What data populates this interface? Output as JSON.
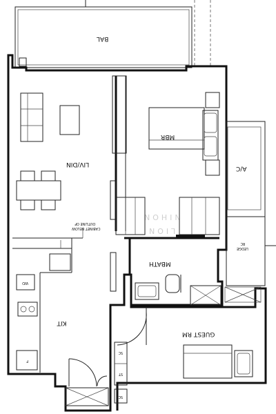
{
  "rooms": {
    "bal": "BAL",
    "livdin": "LIV/DIN",
    "mbr": "MBR",
    "ac": "A/C",
    "mbath": "MBATH",
    "kit": "KIT",
    "guest_rm": "GUEST RM"
  },
  "annotations": {
    "cabinet_outline_line1": "OUTLINE OF",
    "cabinet_outline_line2": "CABINET BELOW",
    "rc_ledge_line1": "RC",
    "rc_ledge_line2": "LEDGE",
    "wd": "WD",
    "fridge": "F",
    "shelf_1": "SC",
    "shelf_2": "ST",
    "shelf_3": "SC"
  },
  "watermark": {
    "line1": "NIHON",
    "line2": "LION"
  }
}
